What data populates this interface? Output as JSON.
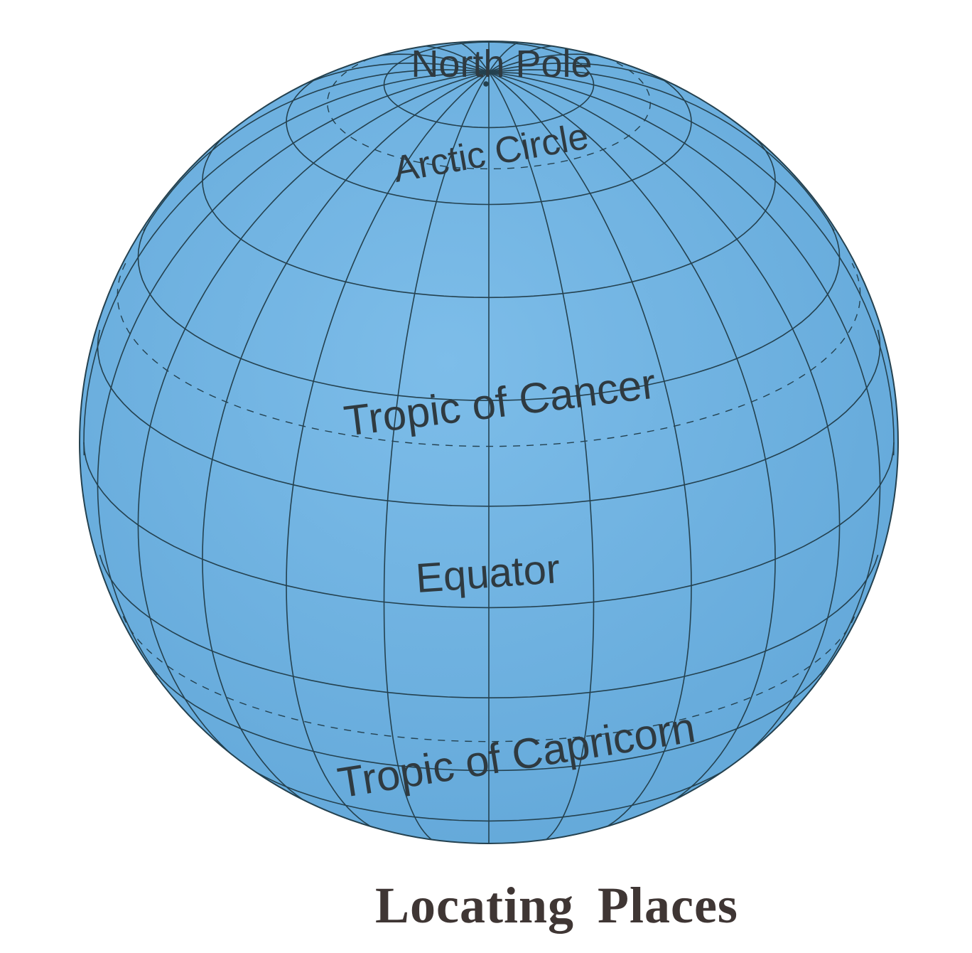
{
  "figure": {
    "labels": {
      "north_pole": "North Pole",
      "arctic_circle": "Arctic Circle",
      "tropic_of_cancer": "Tropic of Cancer",
      "equator": "Equator",
      "tropic_of_capricorn": "Tropic of Capricorn"
    },
    "caption": "Locating  Places"
  },
  "colors": {
    "ocean": "#72b5e3",
    "gridline": "#24414f",
    "label_text": "#2f3a40",
    "caption_text": "#3f3634",
    "background": "#ffffff"
  }
}
